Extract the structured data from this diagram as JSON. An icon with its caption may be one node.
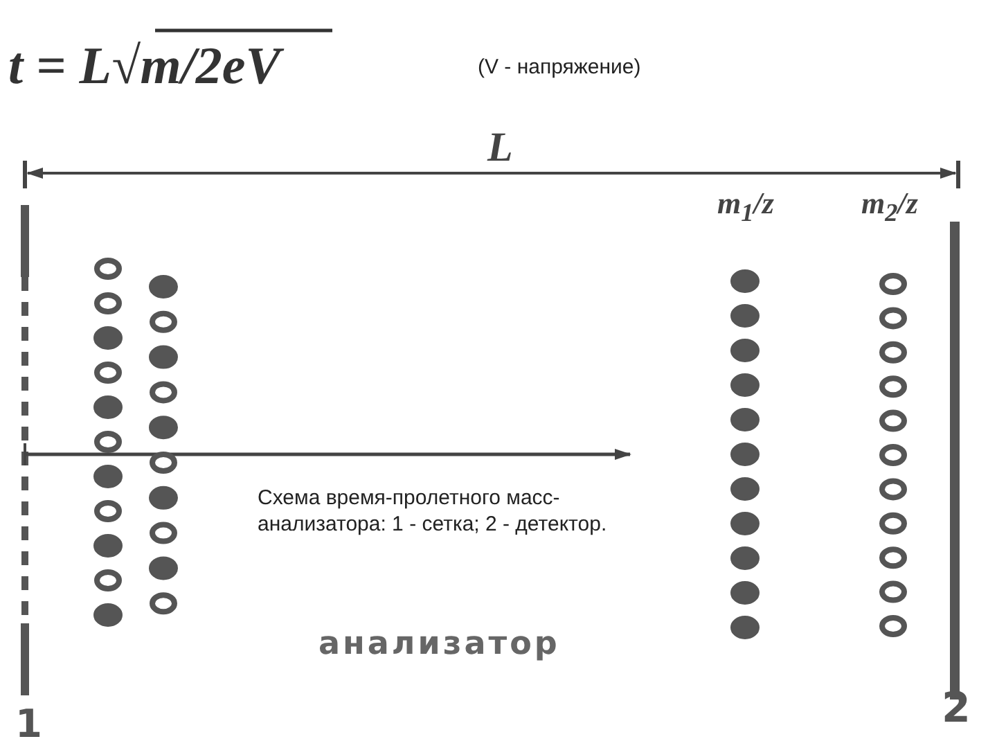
{
  "diagram": {
    "labels": [
      "t = L√m/2eV",
      "(V - напряжение)",
      "L",
      "*m*$_{1}$/*z*",
      "*m*$_{2}$/*z*",
      "Схема время-пролетного масс-анализатора: 1 - сетка; 2 - детектор.",
      "анализатор",
      "1",
      "2"
    ]
  }
}
